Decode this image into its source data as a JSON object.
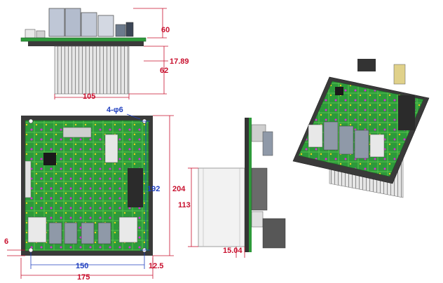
{
  "dimensions": {
    "top_height": "60",
    "top_offset": "17.89",
    "top_total": "62",
    "top_width": "105",
    "holes": "4-φ6",
    "board_inner_height": "192",
    "board_total_height": "204",
    "hole_offset": "6",
    "hole_span": "150",
    "edge_offset": "12.5",
    "board_total_width": "175",
    "side_height": "113",
    "side_thickness": "15.04"
  },
  "colors": {
    "dimension_red": "#c8102e",
    "dimension_blue": "#1f3fbf",
    "pcb_green": "#2d9a3a",
    "heatsink_gray": "#c9c9c9"
  }
}
